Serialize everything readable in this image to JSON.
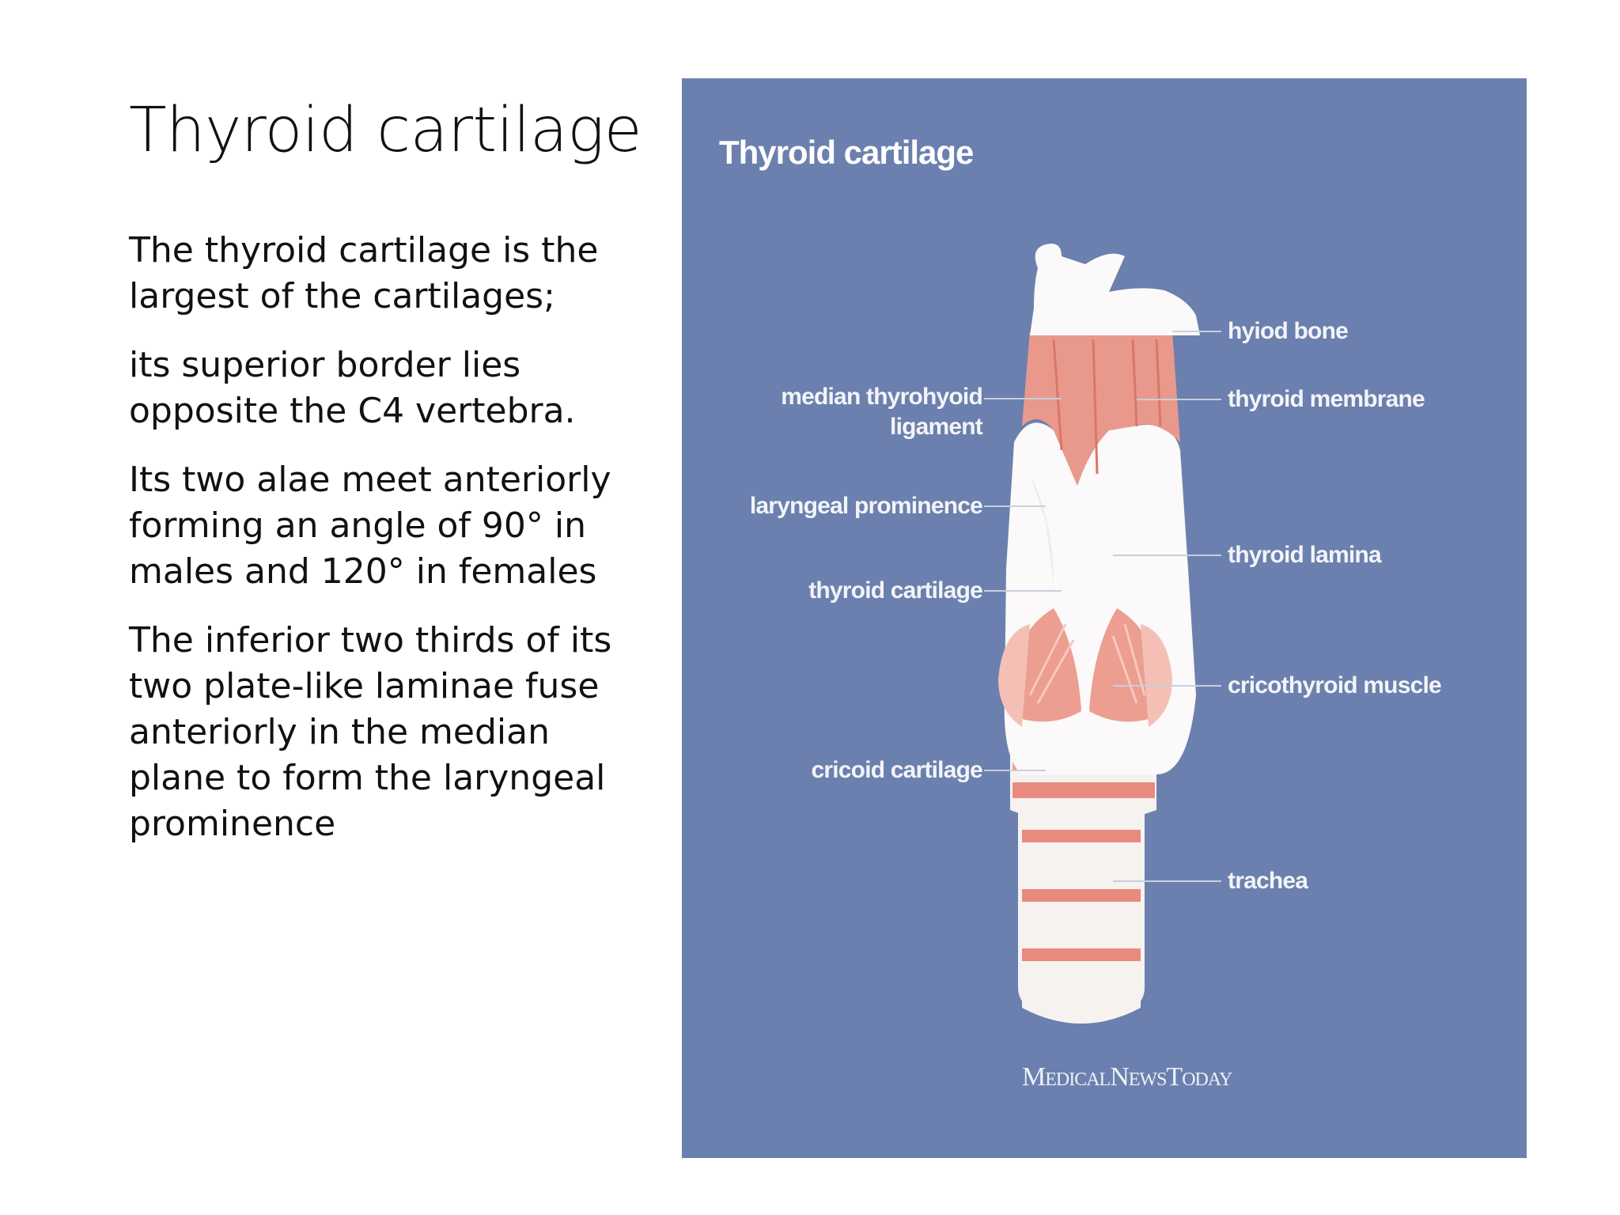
{
  "slide": {
    "title": "Thyroid cartilage",
    "paragraphs": [
      "The thyroid cartilage is the largest of the cartilages;",
      "its superior border lies opposite the C4 vertebra.",
      "Its two alae meet anteriorly forming an angle of 90° in males and 120° in females",
      "The inferior two thirds of its two plate-like laminae fuse anteriorly in the median plane to form the laryngeal prominence"
    ]
  },
  "figure": {
    "title": "Thyroid cartilage",
    "background_color": "#6b80ae",
    "labels_left": {
      "median_thyrohyoid_line1": "median thyrohyoid",
      "median_thyrohyoid_line2": "ligament",
      "laryngeal_prominence": "laryngeal prominence",
      "thyroid_cartilage": "thyroid cartilage",
      "cricoid_cartilage": "cricoid cartilage"
    },
    "labels_right": {
      "hyiod_bone": "hyiod bone",
      "thyroid_membrane": "thyroid membrane",
      "thyroid_lamina": "thyroid lamina",
      "cricothyroid_muscle": "cricothyroid muscle",
      "trachea": "trachea"
    },
    "logo": "MedicalNewsToday"
  }
}
